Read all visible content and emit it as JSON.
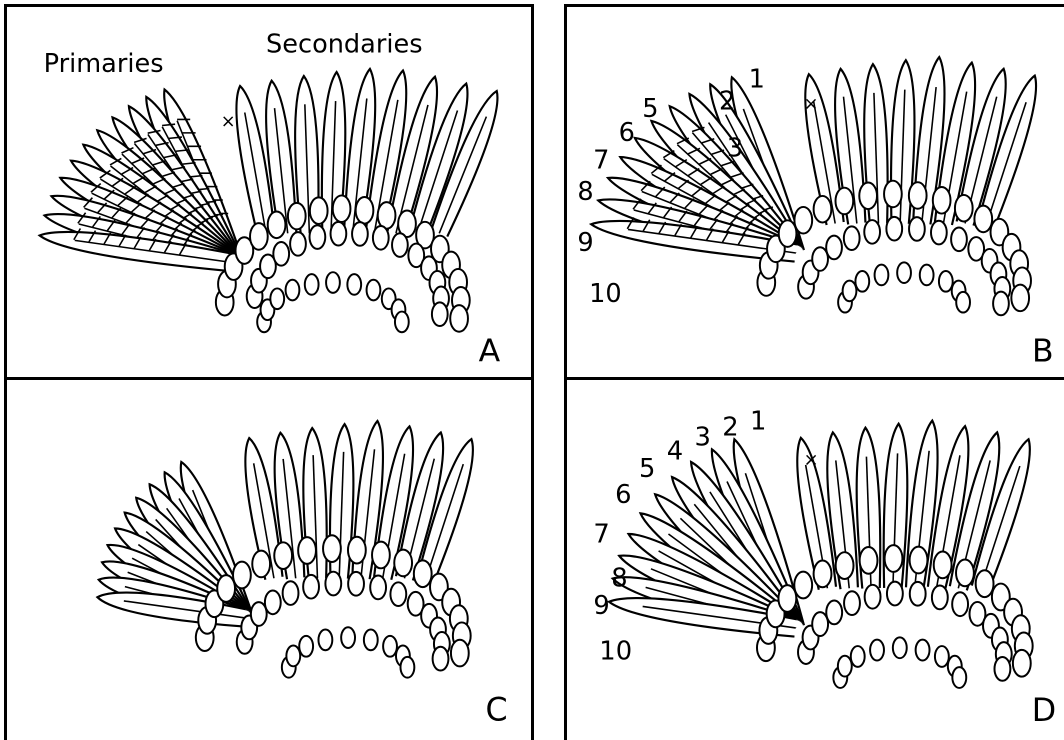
{
  "figure": {
    "panels": [
      {
        "id": "A",
        "letter": "A",
        "labels": {
          "primaries": "Primaries",
          "secondaries": "Secondaries"
        },
        "marker": "×",
        "numbers": []
      },
      {
        "id": "B",
        "letter": "B",
        "labels": {},
        "marker": "×",
        "numbers": [
          "1",
          "2",
          "3",
          "5",
          "6",
          "7",
          "8",
          "9",
          "10"
        ]
      },
      {
        "id": "C",
        "letter": "C",
        "labels": {},
        "marker": "",
        "numbers": []
      },
      {
        "id": "D",
        "letter": "D",
        "labels": {},
        "marker": "×",
        "numbers": [
          "1",
          "2",
          "3",
          "4",
          "5",
          "6",
          "7",
          "8",
          "9",
          "10"
        ]
      }
    ]
  },
  "colors": {
    "line": "#000000",
    "background": "#ffffff"
  }
}
